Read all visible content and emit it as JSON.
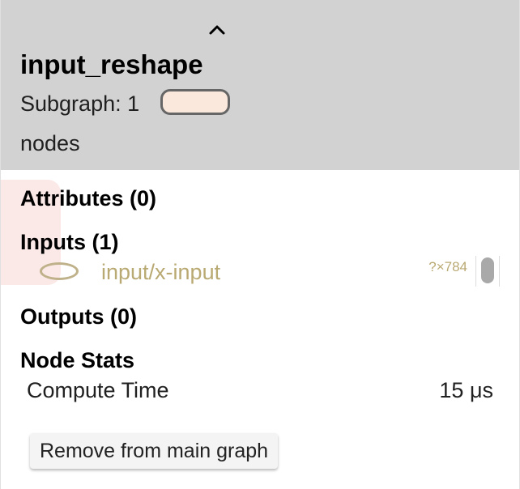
{
  "header": {
    "collapse_icon": "chevron-up-icon",
    "title": "input_reshape",
    "subgraph_label": "Subgraph: 1",
    "subgraph_swatch_color": "#fbe8dc",
    "nodes_label": "nodes"
  },
  "sections": {
    "attributes": "Attributes (0)",
    "inputs": "Inputs (1)",
    "outputs": "Outputs (0)",
    "node_stats": "Node Stats"
  },
  "inputs": [
    {
      "name": "input/x-input",
      "shape": "?×784",
      "icon": "input-node-ellipse-icon",
      "color": "#b9a972"
    }
  ],
  "stats": [
    {
      "label": "Compute Time",
      "value": "15 μs"
    }
  ],
  "actions": {
    "remove_label": "Remove from main graph"
  },
  "colors": {
    "header_bg": "#d2d2d2",
    "highlight_bg": "#fbe9e7",
    "input_text": "#b9a972"
  }
}
